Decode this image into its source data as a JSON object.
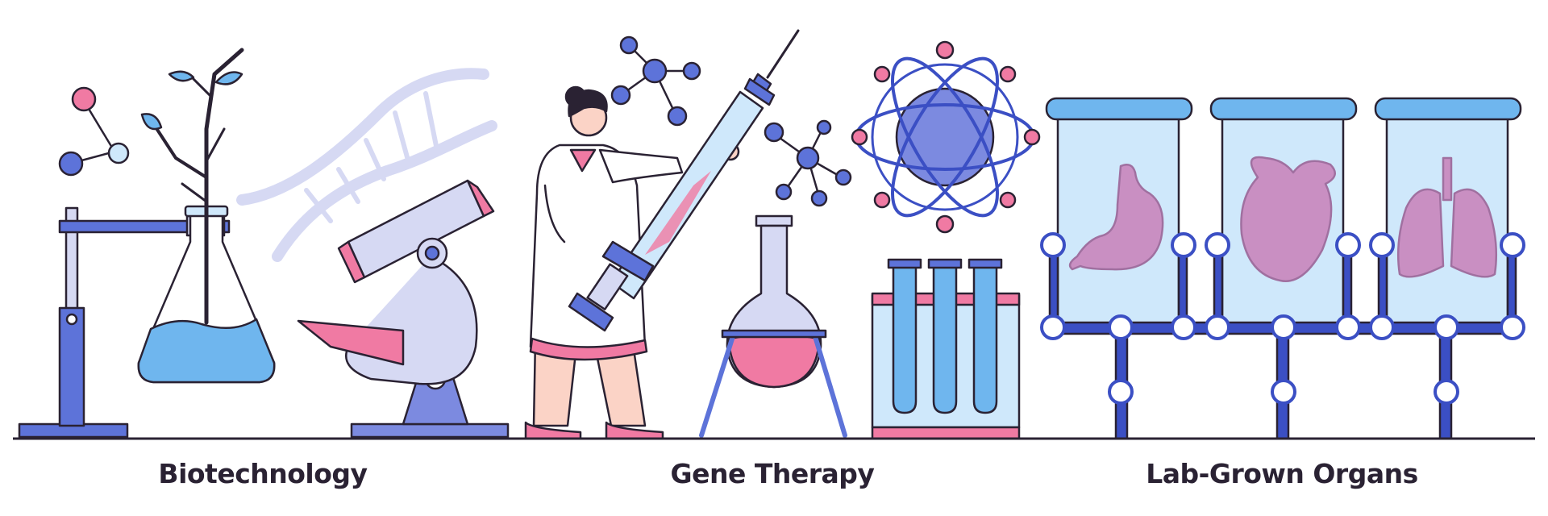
{
  "captions": {
    "biotechnology": "Biotechnology",
    "gene_therapy": "Gene Therapy",
    "lab_grown_organs": "Lab-Grown Organs"
  },
  "colors": {
    "outline": "#2a2233",
    "blue": "#5d73d9",
    "blue_dark": "#3b4fc4",
    "light_blue": "#cfe8fb",
    "mid_blue": "#6fb6ee",
    "lavender": "#d6d9f3",
    "pink": "#f07aa3",
    "pink_light": "#f5b7c8",
    "organ": "#c98fc2",
    "skin": "#fbd3c6"
  },
  "icons": [
    "molecule-icon",
    "plant-icon",
    "flask-icon",
    "dna-icon",
    "microscope-icon",
    "scientist-icon",
    "syringe-icon",
    "atom-icon",
    "test-tubes-icon",
    "stomach-icon",
    "heart-icon",
    "lungs-icon"
  ]
}
